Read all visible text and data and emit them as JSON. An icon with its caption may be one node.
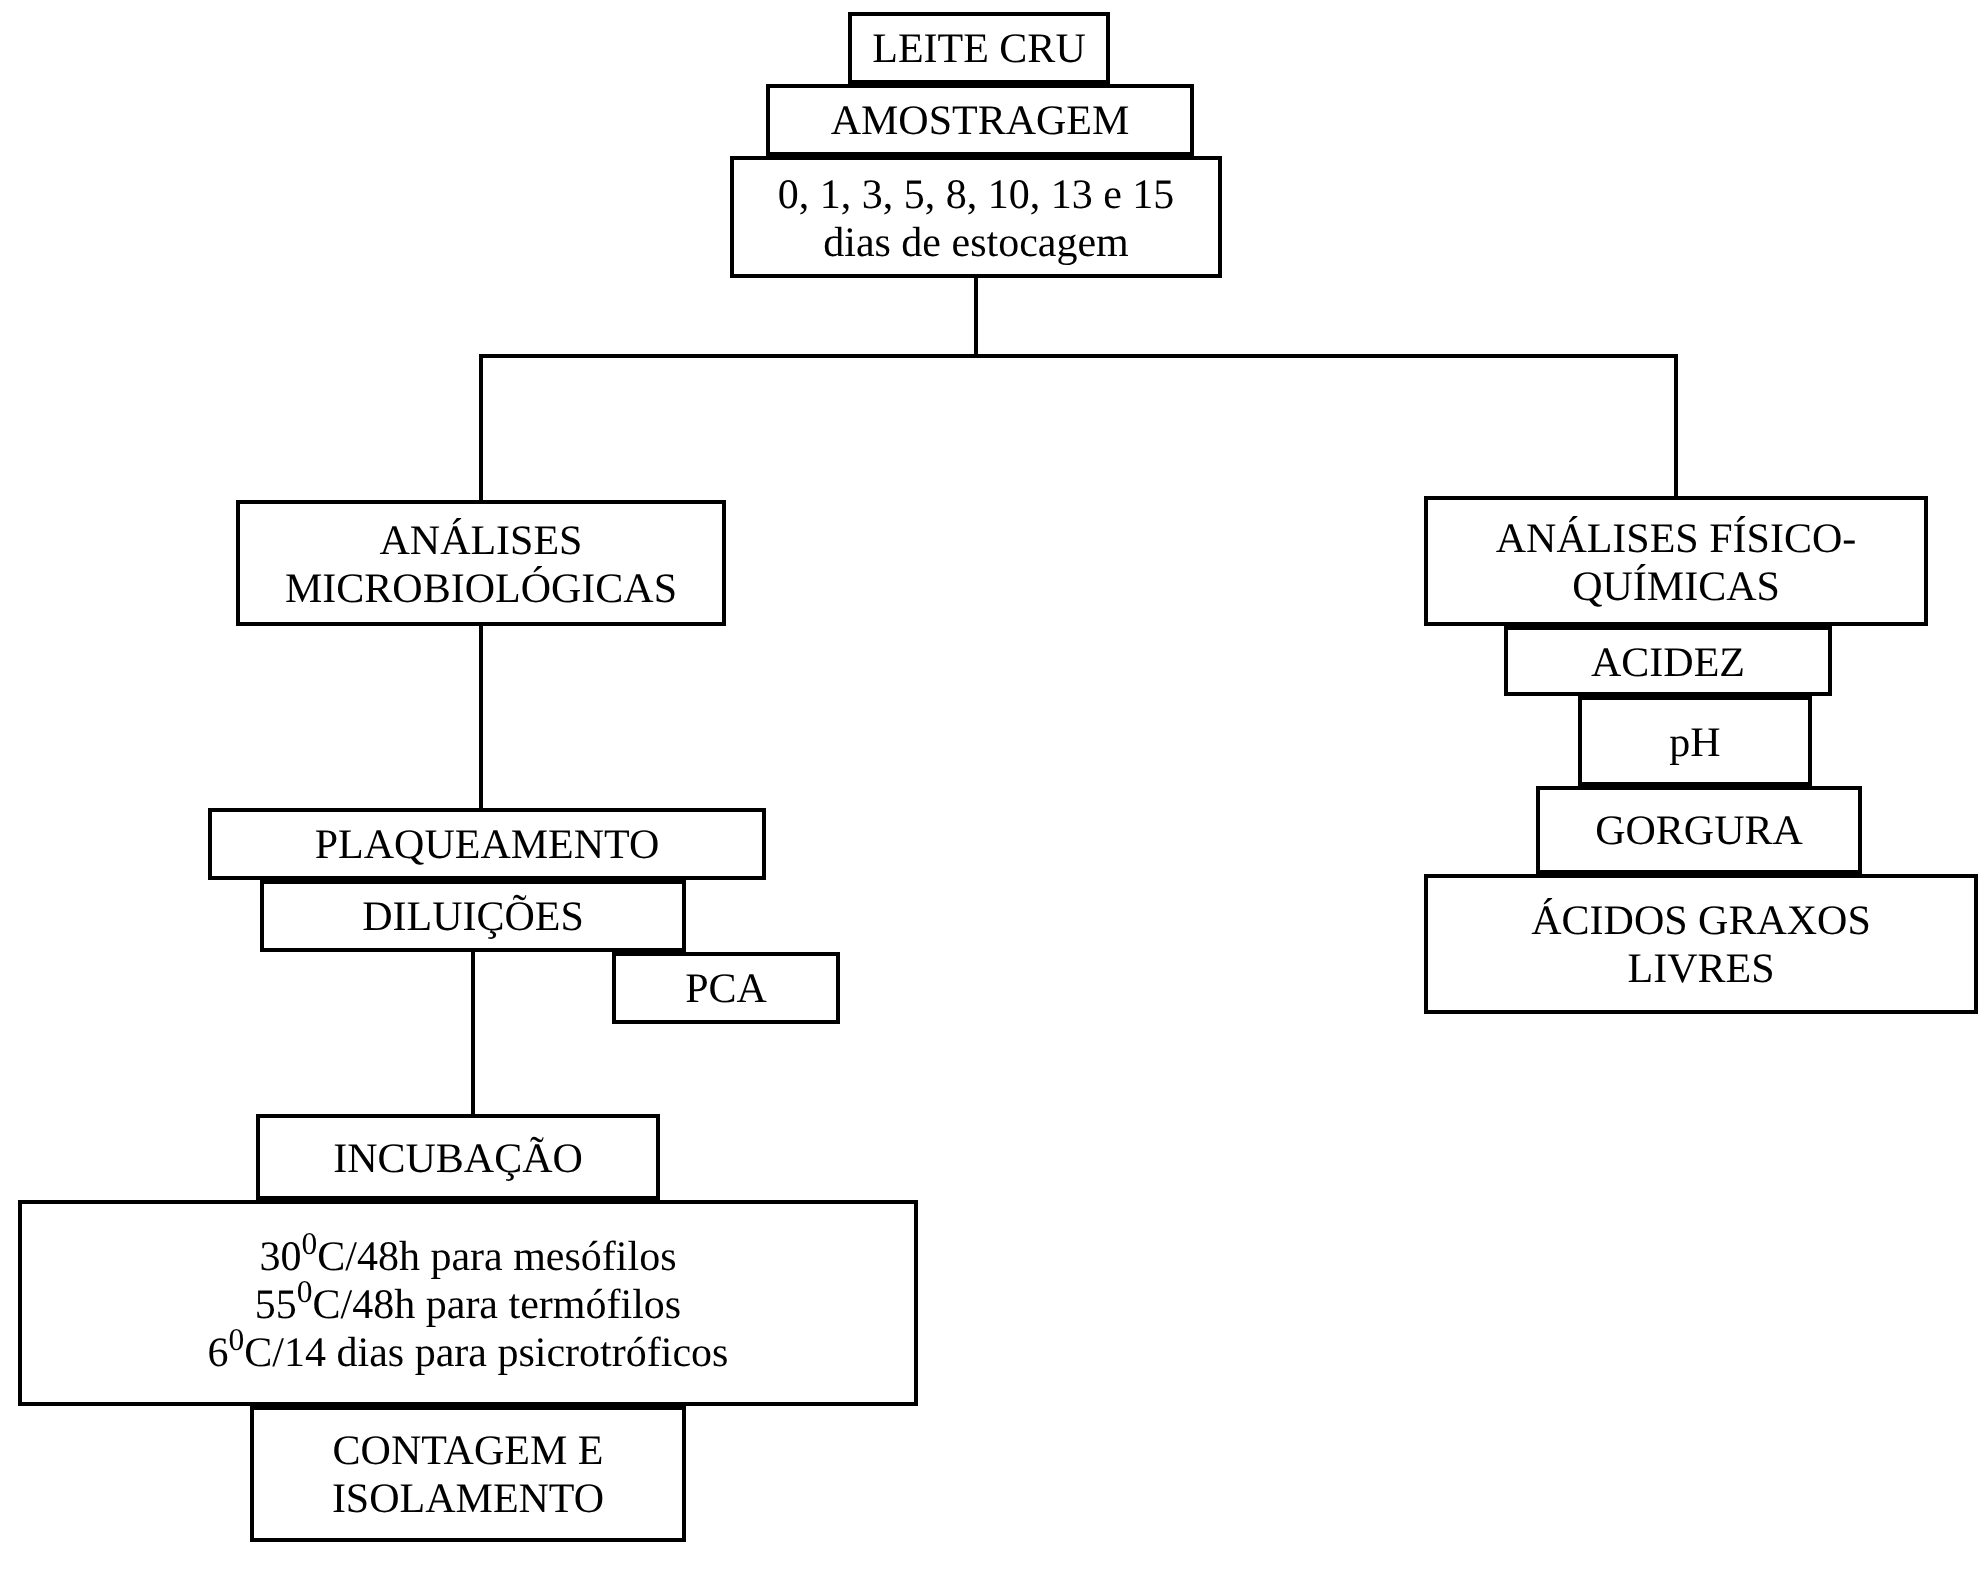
{
  "diagram": {
    "nodes": [
      {
        "text": [
          "LEITE CRU"
        ]
      },
      {
        "text": [
          "AMOSTRAGEM"
        ]
      },
      {
        "text": [
          "0, 1, 3, 5, 8, 10, 13 e 15 dias de estocagem"
        ]
      },
      {
        "text": [
          "ANÁLISES MICROBIOLÓGICAS"
        ]
      },
      {
        "text": [
          "ANÁLISES FÍSICO-QUÍMICAS"
        ]
      },
      {
        "text": [
          "ACIDEZ"
        ]
      },
      {
        "text": [
          "pH"
        ]
      },
      {
        "text": [
          "GORGURA"
        ]
      },
      {
        "text": [
          "ÁCIDOS GRAXOS LIVRES"
        ]
      },
      {
        "text": [
          "PLAQUEAMENTO"
        ]
      },
      {
        "text": [
          "DILUIÇÕES"
        ]
      },
      {
        "text": [
          "PCA"
        ]
      },
      {
        "text": [
          "INCUBAÇÃO"
        ]
      },
      {
        "text": [
          "30$^{0}$C/48h para mesófilos",
          "55$^{0}$C/48h para termófilos",
          "6$^{0}$C/14 dias para psicrotróficos"
        ]
      },
      {
        "text": [
          "CONTAGEM E ISOLAMENTO"
        ]
      }
    ],
    "edges": [
      {
        "from": 2,
        "to": 3,
        "arrow": "none"
      },
      {
        "from": 2,
        "to": 4,
        "arrow": "none"
      },
      {
        "from": 3,
        "to": 9,
        "arrow": "none"
      },
      {
        "from": 10,
        "to": 12,
        "arrow": "none"
      }
    ]
  }
}
